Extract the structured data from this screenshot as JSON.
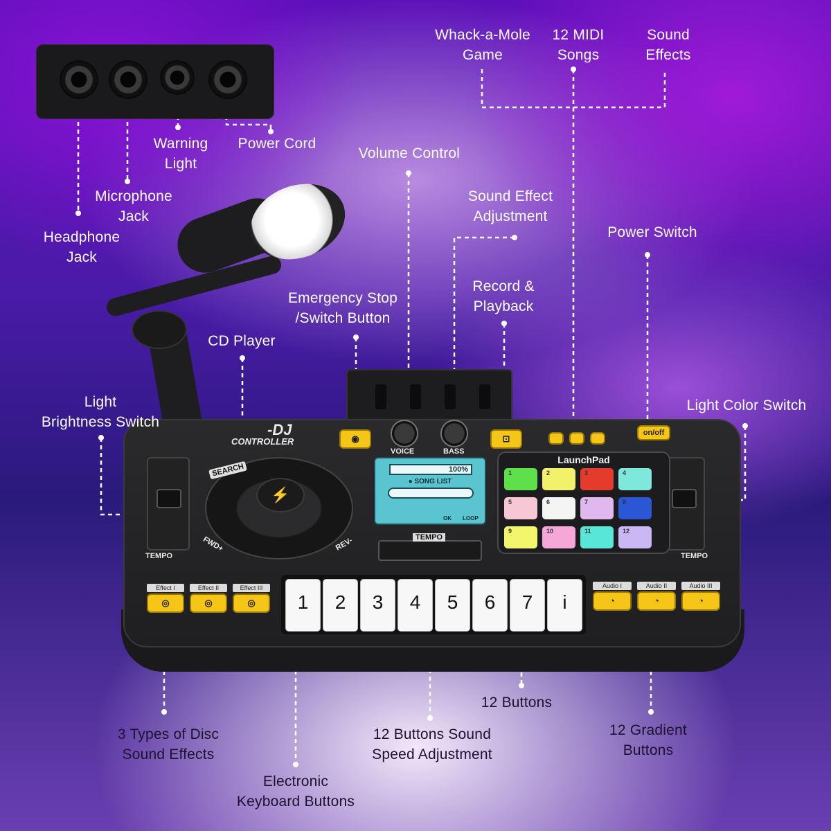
{
  "callouts": {
    "whack_a_mole_game": "Whack-a-Mole\nGame",
    "midi_songs": "12 MIDI\nSongs",
    "sound_effects": "Sound\nEffects",
    "warning_light": "Warning\nLight",
    "power_cord": "Power Cord",
    "volume_control": "Volume Control",
    "microphone_jack": "Microphone\nJack",
    "sound_effect_adjustment": "Sound Effect\nAdjustment",
    "headphone_jack": "Headphone\nJack",
    "power_switch": "Power Switch",
    "record_playback": "Record &\nPlayback",
    "emergency_stop": "Emergency Stop\n/Switch Button",
    "cd_player": "CD Player",
    "light_brightness_switch": "Light\nBrightness Switch",
    "light_color_switch": "Light Color Switch",
    "twelve_buttons": "12 Buttons",
    "disc_sound_effects": "3 Types of Disc\nSound Effects",
    "speed_adjustment": "12 Buttons Sound\nSpeed Adjustment",
    "gradient_buttons": "12 Gradient\nButtons",
    "keyboard_buttons": "Electronic\nKeyboard Buttons"
  },
  "device": {
    "brand_line1": "-DJ",
    "brand_line2": "CONTROLLER",
    "search": "SEARCH",
    "fwd": "FWD+",
    "rev": "REV-",
    "tempo_left": "TEMPO",
    "tempo_right": "TEMPO",
    "tempo_center": "TEMPO",
    "voice": "VOICE",
    "bass": "BASS",
    "on_off": "on/off",
    "launchpad": "LaunchPad",
    "screen_percent": "100%",
    "song_list": "● SONG LIST",
    "screen_ok": "OK",
    "screen_loop": "LOOP",
    "effect_buttons": [
      "Effect I",
      "Effect II",
      "Effect III"
    ],
    "audio_buttons": [
      "Audio I",
      "Audio II",
      "Audio III"
    ],
    "keys": [
      "1",
      "2",
      "3",
      "4",
      "5",
      "6",
      "7",
      "i"
    ],
    "pad_numbers": [
      "1",
      "2",
      "3",
      "4",
      "5",
      "6",
      "7",
      "8",
      "9",
      "10",
      "11",
      "12"
    ],
    "pad_colors": [
      "#5fe04a",
      "#f3f16a",
      "#e33b2c",
      "#7ee8dd",
      "#f7c7d6",
      "#f4f4f4",
      "#e1b7ef",
      "#2b57d6",
      "#f2f66a",
      "#f5a8d8",
      "#58e6d8",
      "#c9b8f3"
    ],
    "accent_yellow": "#f5c518"
  }
}
